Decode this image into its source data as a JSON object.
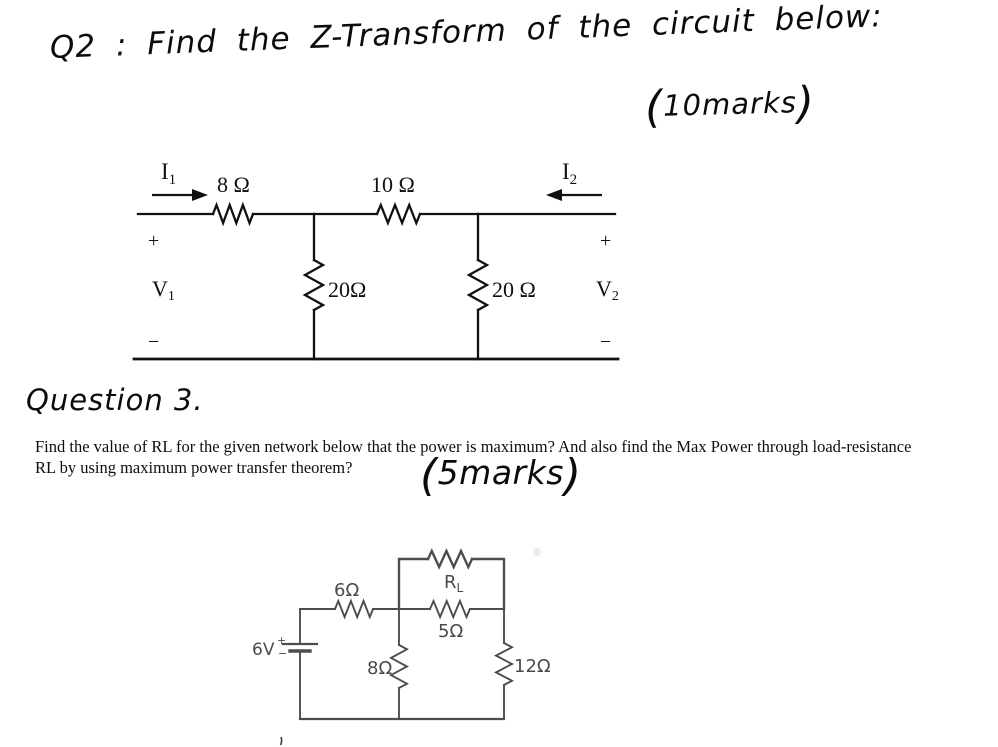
{
  "q2": {
    "title": "Q2 : Find the Z-Transform of the circuit below:",
    "marks_open": "(",
    "marks_text": "10marks",
    "marks_close": ")"
  },
  "circuit1": {
    "i1_base": "I",
    "i1_sub": "1",
    "i2_base": "I",
    "i2_sub": "2",
    "r_series_left": "8 Ω",
    "r_series_right": "10 Ω",
    "r_shunt_left": "20Ω",
    "r_shunt_right": "20 Ω",
    "v1_base": "V",
    "v1_sub": "1",
    "v2_base": "V",
    "v2_sub": "2",
    "plus": "+",
    "minus": "−"
  },
  "q3": {
    "heading": "Question 3.",
    "body_line1": "Find the value of RL for the given network below that the power is maximum? And also find the Max Power through load-resistance",
    "body_line2": "RL by using maximum power transfer theorem?",
    "marks_open": "(",
    "marks_text": "5marks",
    "marks_close": ")"
  },
  "circuit2": {
    "source_label": "6V",
    "source_plus": "+",
    "source_minus": "−",
    "r_series": "6Ω",
    "rl_base": "R",
    "rl_sub": "L",
    "r_mid": "5Ω",
    "r_shunt": "8Ω",
    "r_right": "12Ω"
  }
}
